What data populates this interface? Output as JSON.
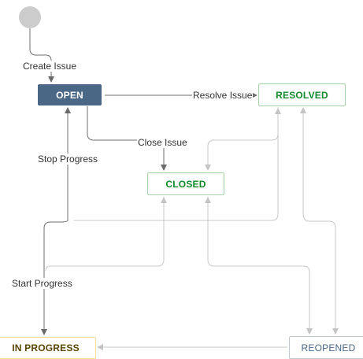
{
  "workflow": {
    "nodes": {
      "open": "OPEN",
      "resolved": "RESOLVED",
      "closed": "CLOSED",
      "in_progress": "IN PROGRESS",
      "reopened": "REOPENED"
    },
    "transitions": {
      "create_issue": "Create Issue",
      "resolve_issue": "Resolve Issue",
      "close_issue": "Close Issue",
      "stop_progress": "Stop Progress",
      "start_progress": "Start Progress"
    },
    "colors": {
      "open_fill": "#4a6785",
      "done_text": "#14892c",
      "done_border": "#a7d2a7",
      "in_progress_text": "#594300",
      "in_progress_border": "#f6df99",
      "reopened_text": "#4a6785",
      "line_dark": "#707070",
      "line_light": "#c8c8c8",
      "start_circle": "#cccccc"
    }
  }
}
